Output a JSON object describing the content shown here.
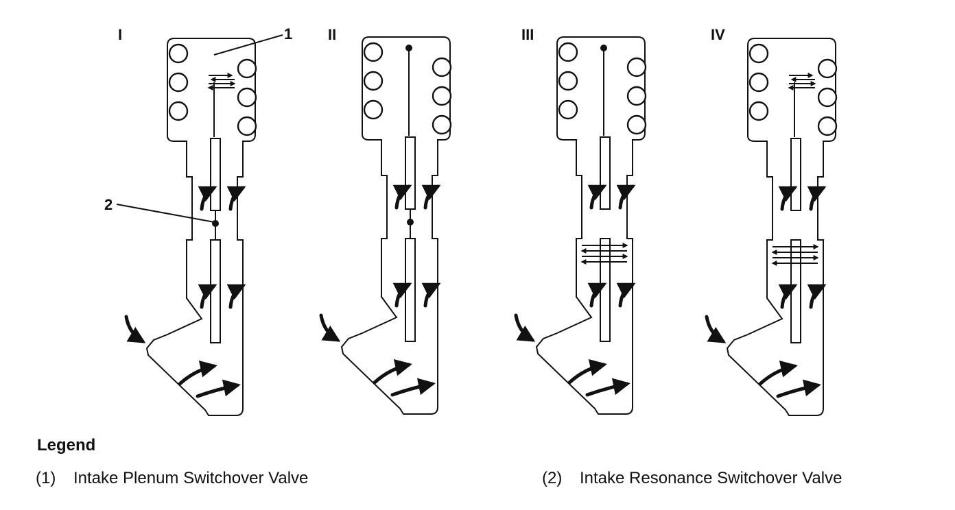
{
  "panels": [
    {
      "label": "I"
    },
    {
      "label": "II"
    },
    {
      "label": "III"
    },
    {
      "label": "IV"
    }
  ],
  "callouts": [
    "1",
    "2"
  ],
  "legend": {
    "title": "Legend",
    "items": [
      {
        "number": "(1)",
        "text": "Intake Plenum Switchover Valve"
      },
      {
        "number": "(2)",
        "text": "Intake Resonance Switchover Valve"
      }
    ]
  }
}
